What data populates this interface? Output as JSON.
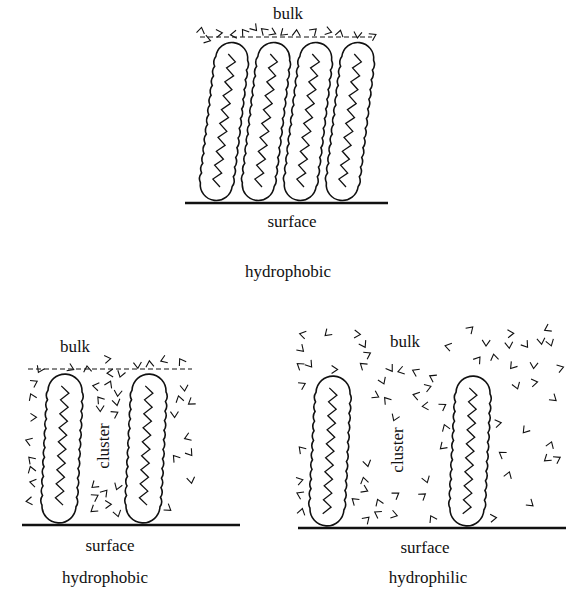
{
  "diagram": {
    "labels": [
      "bulk",
      "surface",
      "hydrophobic",
      "bulk",
      "cluster",
      "surface",
      "hydrophobic",
      "bulk",
      "cluster",
      "surface",
      "hydrophilic"
    ]
  }
}
